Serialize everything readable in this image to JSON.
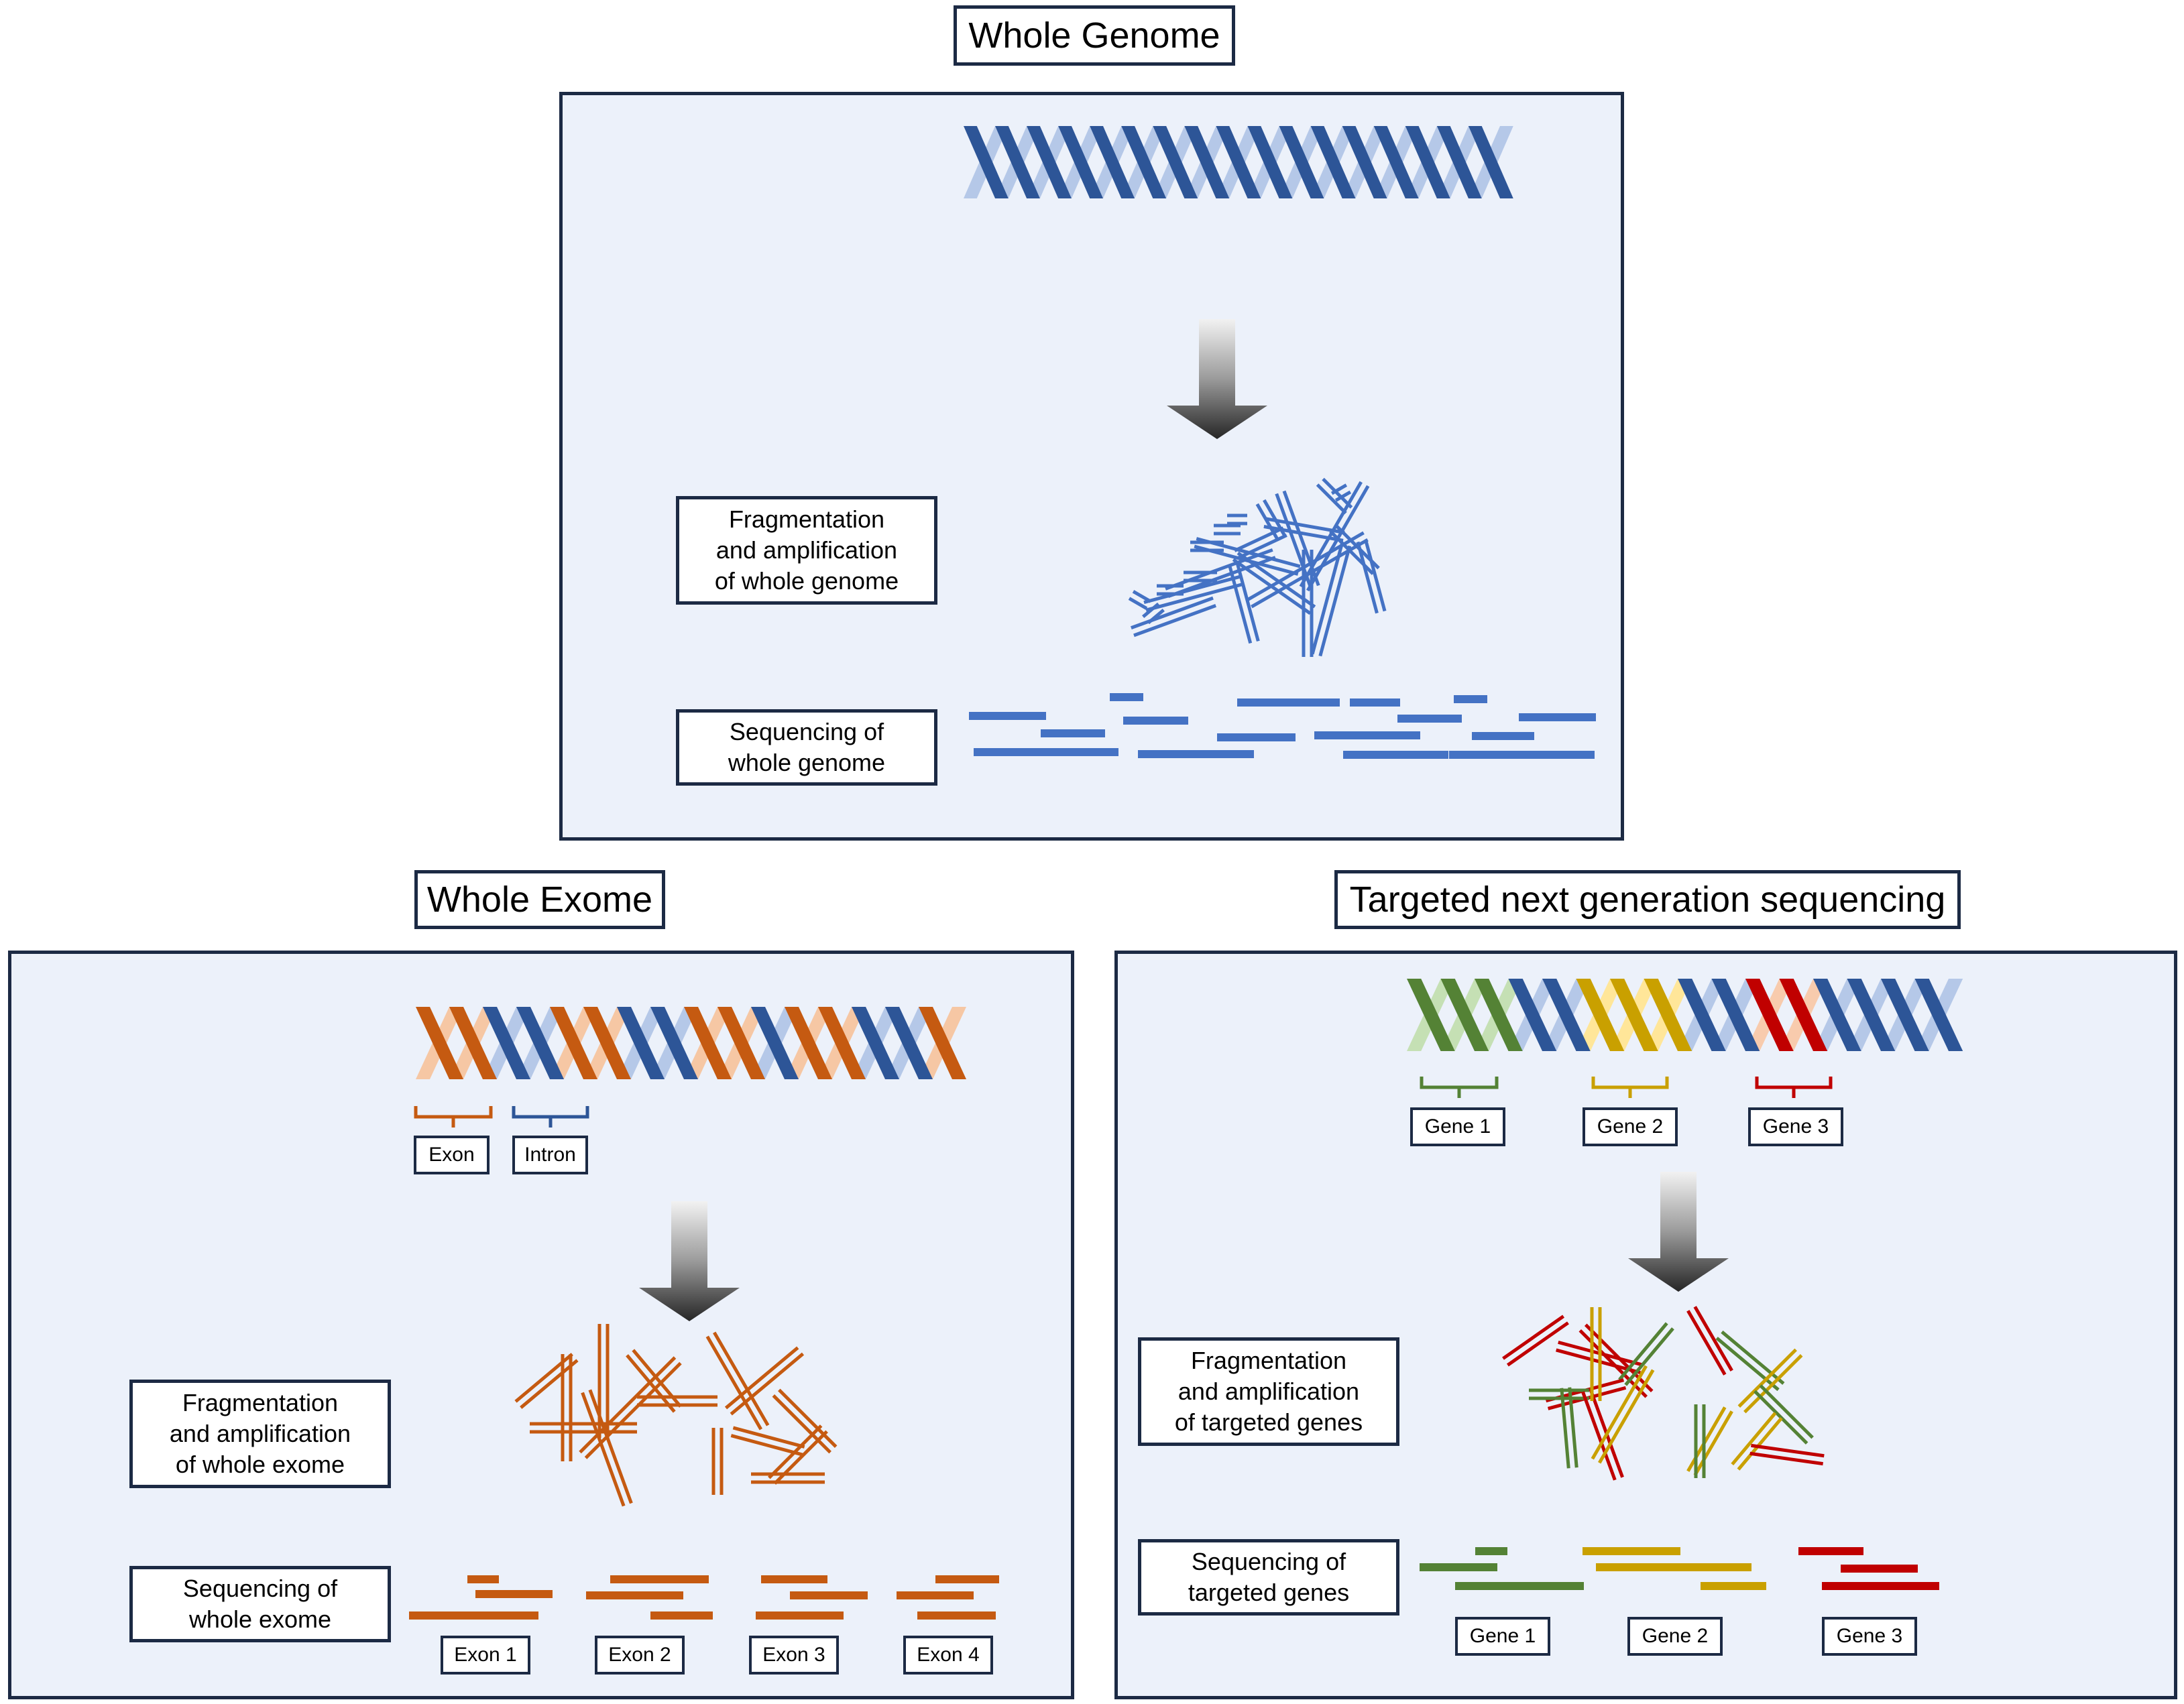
{
  "colors": {
    "frame": "#1c2a44",
    "panel_fill": "#ecf1fa",
    "blue_dark": "#2d5597",
    "blue_light": "#b5c8e8",
    "blue_fragment": "#4472c4",
    "orange_dark": "#c55a11",
    "orange_light": "#f6c7a4",
    "green_dark": "#548235",
    "green_light": "#c5e0b4",
    "gold_dark": "#c9a000",
    "gold_light": "#ffe699",
    "red_dark": "#c00000",
    "red_light": "#f8cbad"
  },
  "whole_genome": {
    "title": "Whole Genome",
    "fragmentation_lines": [
      "Fragmentation",
      "and amplification",
      "of whole genome"
    ],
    "sequencing_lines": [
      "Sequencing of",
      "whole genome"
    ]
  },
  "whole_exome": {
    "title": "Whole Exome",
    "legend": {
      "exon": "Exon",
      "intron": "Intron"
    },
    "fragmentation_lines": [
      "Fragmentation",
      "and amplification",
      "of whole exome"
    ],
    "sequencing_lines": [
      "Sequencing of",
      "whole exome"
    ],
    "exon_labels": [
      "Exon 1",
      "Exon 2",
      "Exon 3",
      "Exon 4"
    ]
  },
  "targeted": {
    "title": "Targeted next generation sequencing",
    "gene_labels": [
      "Gene 1",
      "Gene 2",
      "Gene 3"
    ],
    "fragmentation_lines": [
      "Fragmentation",
      "and amplification",
      "of targeted genes"
    ],
    "sequencing_lines": [
      "Sequencing of",
      "targeted genes"
    ],
    "read_gene_labels": [
      "Gene 1",
      "Gene 2",
      "Gene 3"
    ]
  }
}
